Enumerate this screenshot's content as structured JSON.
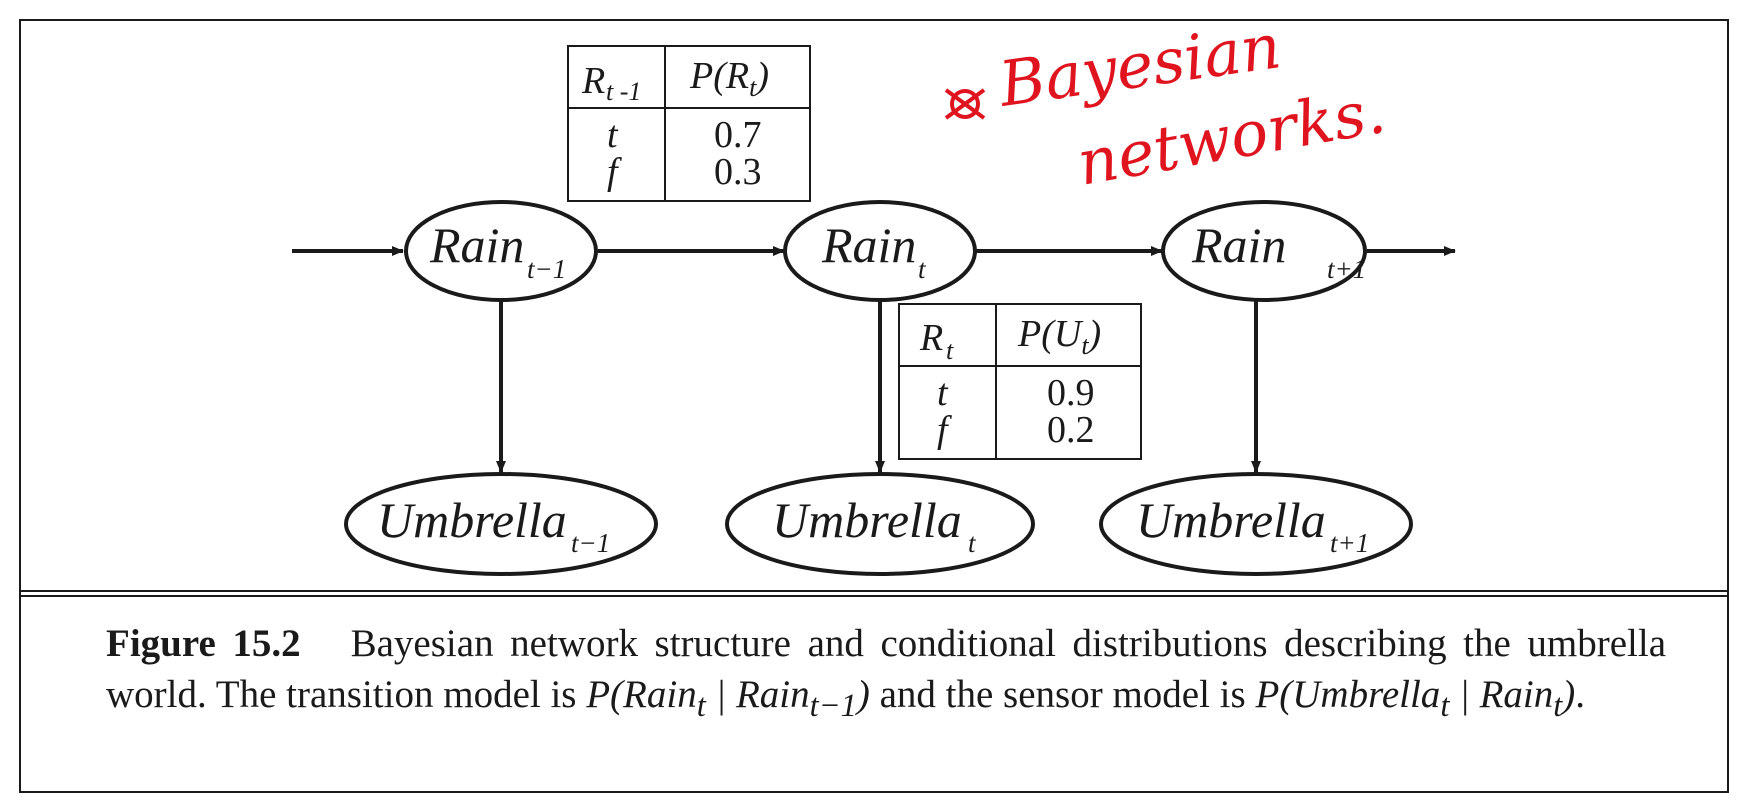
{
  "nodes": {
    "rain_prev": {
      "base": "Rain",
      "sub": "t−1"
    },
    "rain_t": {
      "base": "Rain",
      "sub": "t"
    },
    "rain_next": {
      "base": "Rain",
      "sub": "t+1"
    },
    "umb_prev": {
      "base": "Umbrella",
      "sub": "t−1"
    },
    "umb_t": {
      "base": "Umbrella",
      "sub": "t"
    },
    "umb_next": {
      "base": "Umbrella",
      "sub": "t+1"
    }
  },
  "transition_table": {
    "header_parent": {
      "base": "R",
      "sub": "t -1"
    },
    "header_prob": {
      "prefix": "P(R",
      "sub": "t",
      "suffix": ")"
    },
    "rows": [
      {
        "value": "t",
        "prob": "0.7"
      },
      {
        "value": "f",
        "prob": "0.3"
      }
    ]
  },
  "sensor_table": {
    "header_parent": {
      "base": "R",
      "sub": "t"
    },
    "header_prob": {
      "prefix": "P(U",
      "sub": "t",
      "suffix": ")"
    },
    "rows": [
      {
        "value": "t",
        "prob": "0.9"
      },
      {
        "value": "f",
        "prob": "0.2"
      }
    ]
  },
  "annotation": {
    "line1": "Bayesian",
    "line2": "networks.",
    "color": "#e0141e"
  },
  "caption": {
    "label": "Figure 15.2",
    "text1": "Bayesian network structure and conditional distributions describing the umbrella world. The transition model is ",
    "formula1": "P(Rain",
    "f1_sub1": "t",
    "f1_mid": " | Rain",
    "f1_sub2": "t−1",
    "f1_end": ")",
    "text2": " and the sensor model is ",
    "formula2": "P(Umbrella",
    "f2_sub1": "t",
    "f2_mid": " | Rain",
    "f2_sub2": "t",
    "f2_end": ")",
    "end": "."
  }
}
